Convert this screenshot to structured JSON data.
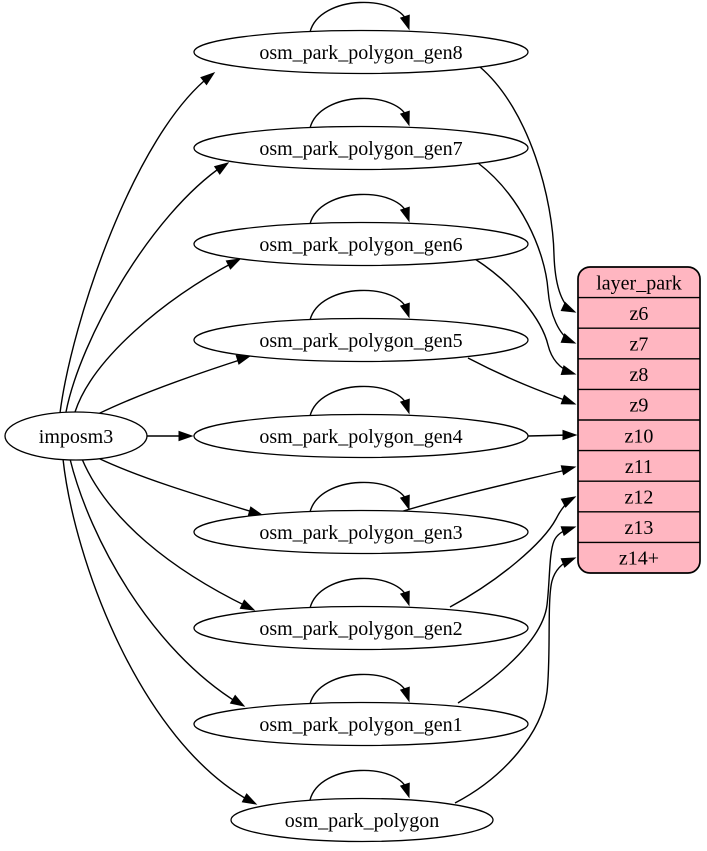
{
  "diagram": {
    "type": "graphviz-dependency-diagram",
    "background_color": "#ffffff",
    "line_color": "#000000",
    "text_color": "#000000",
    "node_fill_color": "#ffffff",
    "source_node": {
      "id": "imposm3",
      "label": "imposm3"
    },
    "generalized_tables": [
      {
        "id": "osm_park_polygon_gen8",
        "label": "osm_park_polygon_gen8",
        "self_loop": true,
        "feeds_row": "z6"
      },
      {
        "id": "osm_park_polygon_gen7",
        "label": "osm_park_polygon_gen7",
        "self_loop": true,
        "feeds_row": "z7"
      },
      {
        "id": "osm_park_polygon_gen6",
        "label": "osm_park_polygon_gen6",
        "self_loop": true,
        "feeds_row": "z8"
      },
      {
        "id": "osm_park_polygon_gen5",
        "label": "osm_park_polygon_gen5",
        "self_loop": true,
        "feeds_row": "z9"
      },
      {
        "id": "osm_park_polygon_gen4",
        "label": "osm_park_polygon_gen4",
        "self_loop": true,
        "feeds_row": "z10"
      },
      {
        "id": "osm_park_polygon_gen3",
        "label": "osm_park_polygon_gen3",
        "self_loop": true,
        "feeds_row": "z11"
      },
      {
        "id": "osm_park_polygon_gen2",
        "label": "osm_park_polygon_gen2",
        "self_loop": true,
        "feeds_row": "z12"
      },
      {
        "id": "osm_park_polygon_gen1",
        "label": "osm_park_polygon_gen1",
        "self_loop": true,
        "feeds_row": "z13"
      },
      {
        "id": "osm_park_polygon",
        "label": "osm_park_polygon",
        "self_loop": true,
        "feeds_row": "z14+"
      }
    ],
    "layer_table": {
      "id": "layer_park",
      "header": "layer_park",
      "fill_color": "#ffb6c1",
      "rows": [
        "z6",
        "z7",
        "z8",
        "z9",
        "z10",
        "z11",
        "z12",
        "z13",
        "z14+"
      ]
    }
  }
}
